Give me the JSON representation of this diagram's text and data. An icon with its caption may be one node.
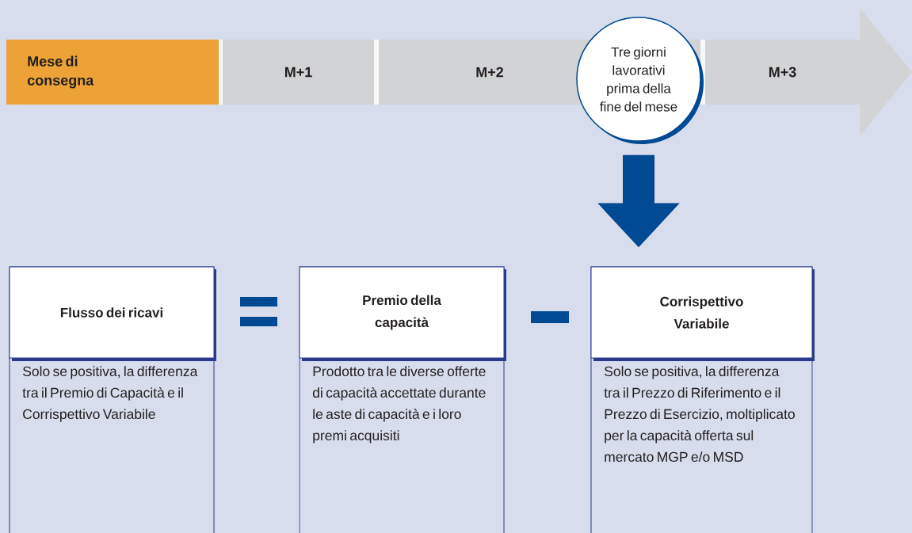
{
  "diagram": {
    "nodes": [
      {
        "text": [
          "Mese di consegna"
        ]
      },
      {
        "text": [
          "M+1"
        ]
      },
      {
        "text": [
          "M+2"
        ]
      },
      {
        "text": [
          "M+3"
        ]
      },
      {
        "text": [
          "Tre giorni lavorativi prima della fine del mese"
        ]
      },
      {
        "text": [
          "Flusso dei ricavi",
          "Solo se positiva, la differenza tra il Premio di Capacità e il Corrispettivo Variabile"
        ]
      },
      {
        "text": [
          "Premio della capacità",
          "Prodotto tra le diverse offerte di capacità accettate durante le aste di capacità e i loro premi acquisiti"
        ]
      },
      {
        "text": [
          "Corrispettivo Variabile",
          "Solo se positiva, la differenza tra il Prezzo di Riferimento e il Prezzo di Esercizio, moltiplicato per la capacità offerta sul mercato MGP e/o MSD"
        ]
      }
    ],
    "edges": [
      {
        "from": 4,
        "to": 7,
        "arrow": "to"
      }
    ]
  }
}
